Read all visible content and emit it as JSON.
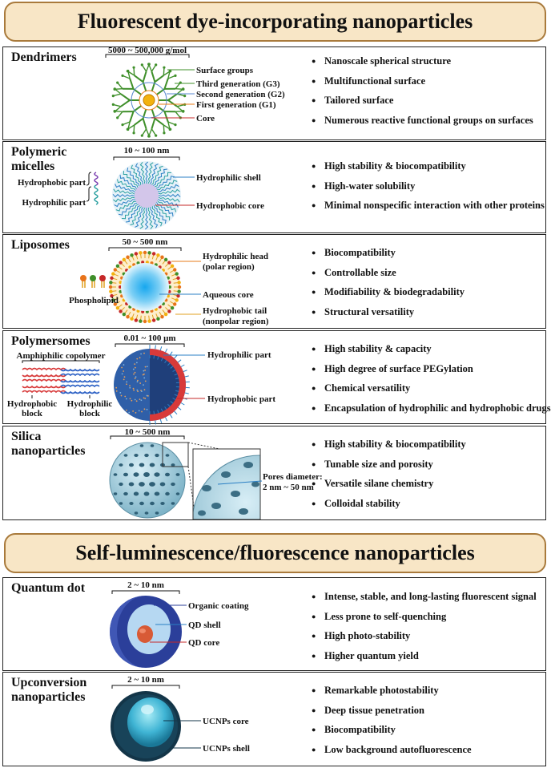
{
  "banners": {
    "fluorescent": "Fluorescent dye-incorporating nanoparticles",
    "self": "Self-luminescence/fluorescence nanoparticles"
  },
  "dendrimers": {
    "title": "Dendrimers",
    "size": "5000 ~ 500,000 g/mol",
    "labels": [
      "Surface groups",
      "Third generation (G3)",
      "Second generation (G2)",
      "First generation (G1)",
      "Core"
    ],
    "bullets": [
      "Nanoscale spherical structure",
      "Multifunctional surface",
      "Tailored surface",
      "Numerous reactive functional groups on surfaces"
    ]
  },
  "micelles": {
    "title_line1": "Polymeric",
    "title_line2": "micelles",
    "size": "10 ~ 100 nm",
    "hydrophobic_part": "Hydrophobic part",
    "hydrophilic_part": "Hydrophilic part",
    "shell": "Hydrophilic shell",
    "core": "Hydrophobic core",
    "bullets": [
      "High stability & biocompatibility",
      "High-water solubility",
      "Minimal nonspecific interaction with other proteins"
    ]
  },
  "liposomes": {
    "title": "Liposomes",
    "size": "50 ~ 500 nm",
    "head_line1": "Hydrophilic head",
    "head_line2": "(polar region)",
    "core": "Aqueous core",
    "tail_line1": "Hydrophobic tail",
    "tail_line2": "(nonpolar region)",
    "phospholipid": "Phospholipid",
    "bullets": [
      "Biocompatibility",
      "Controllable size",
      "Modifiability & biodegradability",
      "Structural versatility"
    ]
  },
  "polymersomes": {
    "title": "Polymersomes",
    "size": "0.01 ~ 100 μm",
    "copolymer": "Amphiphilic copolymer",
    "hydrophobic_block_1": "Hydrophobic",
    "hydrophobic_block_2": "block",
    "hydrophilic_block_1": "Hydrophilic",
    "hydrophilic_block_2": "block",
    "hydrophilic_part": "Hydrophilic part",
    "hydrophobic_part": "Hydrophobic part",
    "bullets": [
      "High stability & capacity",
      "High degree of surface PEGylation",
      "Chemical versatility",
      "Encapsulation of hydrophilic and hydrophobic drugs"
    ]
  },
  "silica": {
    "title_line1": "Silica",
    "title_line2": "nanoparticles",
    "size": "10 ~ 500 nm",
    "pores_line1": "Pores diameter:",
    "pores_line2": "2 nm ~ 50 nm",
    "bullets": [
      "High stability & biocompatibility",
      "Tunable size and porosity",
      "Versatile silane chemistry",
      "Colloidal stability"
    ]
  },
  "qdot": {
    "title": "Quantum dot",
    "size": "2 ~ 10 nm",
    "coating": "Organic coating",
    "shell": "QD shell",
    "core": "QD core",
    "bullets": [
      "Intense, stable, and long-lasting fluorescent signal",
      "Less prone to self-quenching",
      "High photo-stability",
      "Higher quantum yield"
    ]
  },
  "ucnp": {
    "title_line1": "Upconversion",
    "title_line2": "nanoparticles",
    "size": "2 ~ 10 nm",
    "core": "UCNPs core",
    "shell": "UCNPs shell",
    "bullets": [
      "Remarkable photostability",
      "Deep tissue penetration",
      "Biocompatibility",
      "Low background autofluorescence"
    ]
  },
  "colors": {
    "banner_bg": "#f8e6c6",
    "banner_border": "#a97a3c",
    "dendrimer_green": "#3f8f2a",
    "micelle_blue": "#2a7fc4",
    "lipo_orange": "#f08a1c",
    "qd_blue": "#2b3f9a",
    "ucnp_dark": "#133548"
  }
}
